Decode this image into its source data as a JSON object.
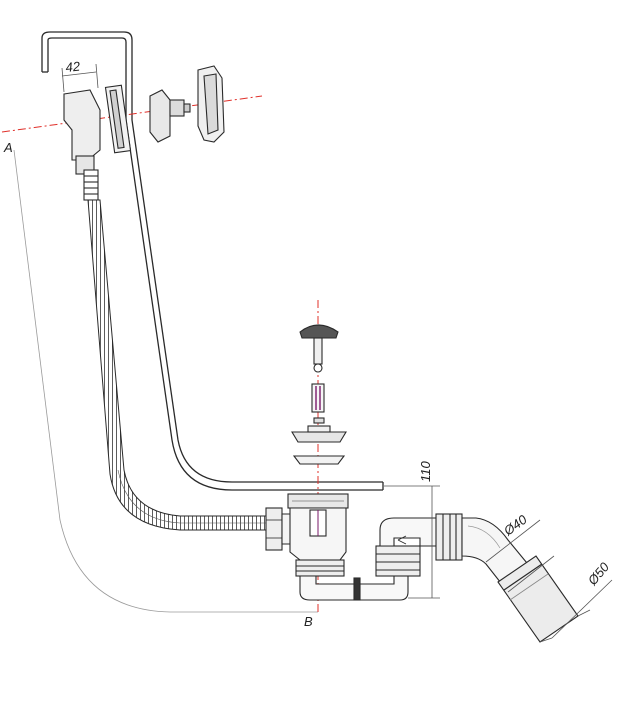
{
  "drawing": {
    "dimensions": {
      "overflow_width": "42",
      "siphon_height": "110",
      "outlet_diameter_small": "Ø40",
      "outlet_diameter_large": "Ø50"
    },
    "axis_labels": {
      "overflow_axis": "A",
      "drain_axis": "B"
    },
    "colors": {
      "outline": "#2a2a2a",
      "axis": "#e0302a",
      "part_fill": "#eeeeee",
      "accent": "#7a1a6a"
    }
  }
}
